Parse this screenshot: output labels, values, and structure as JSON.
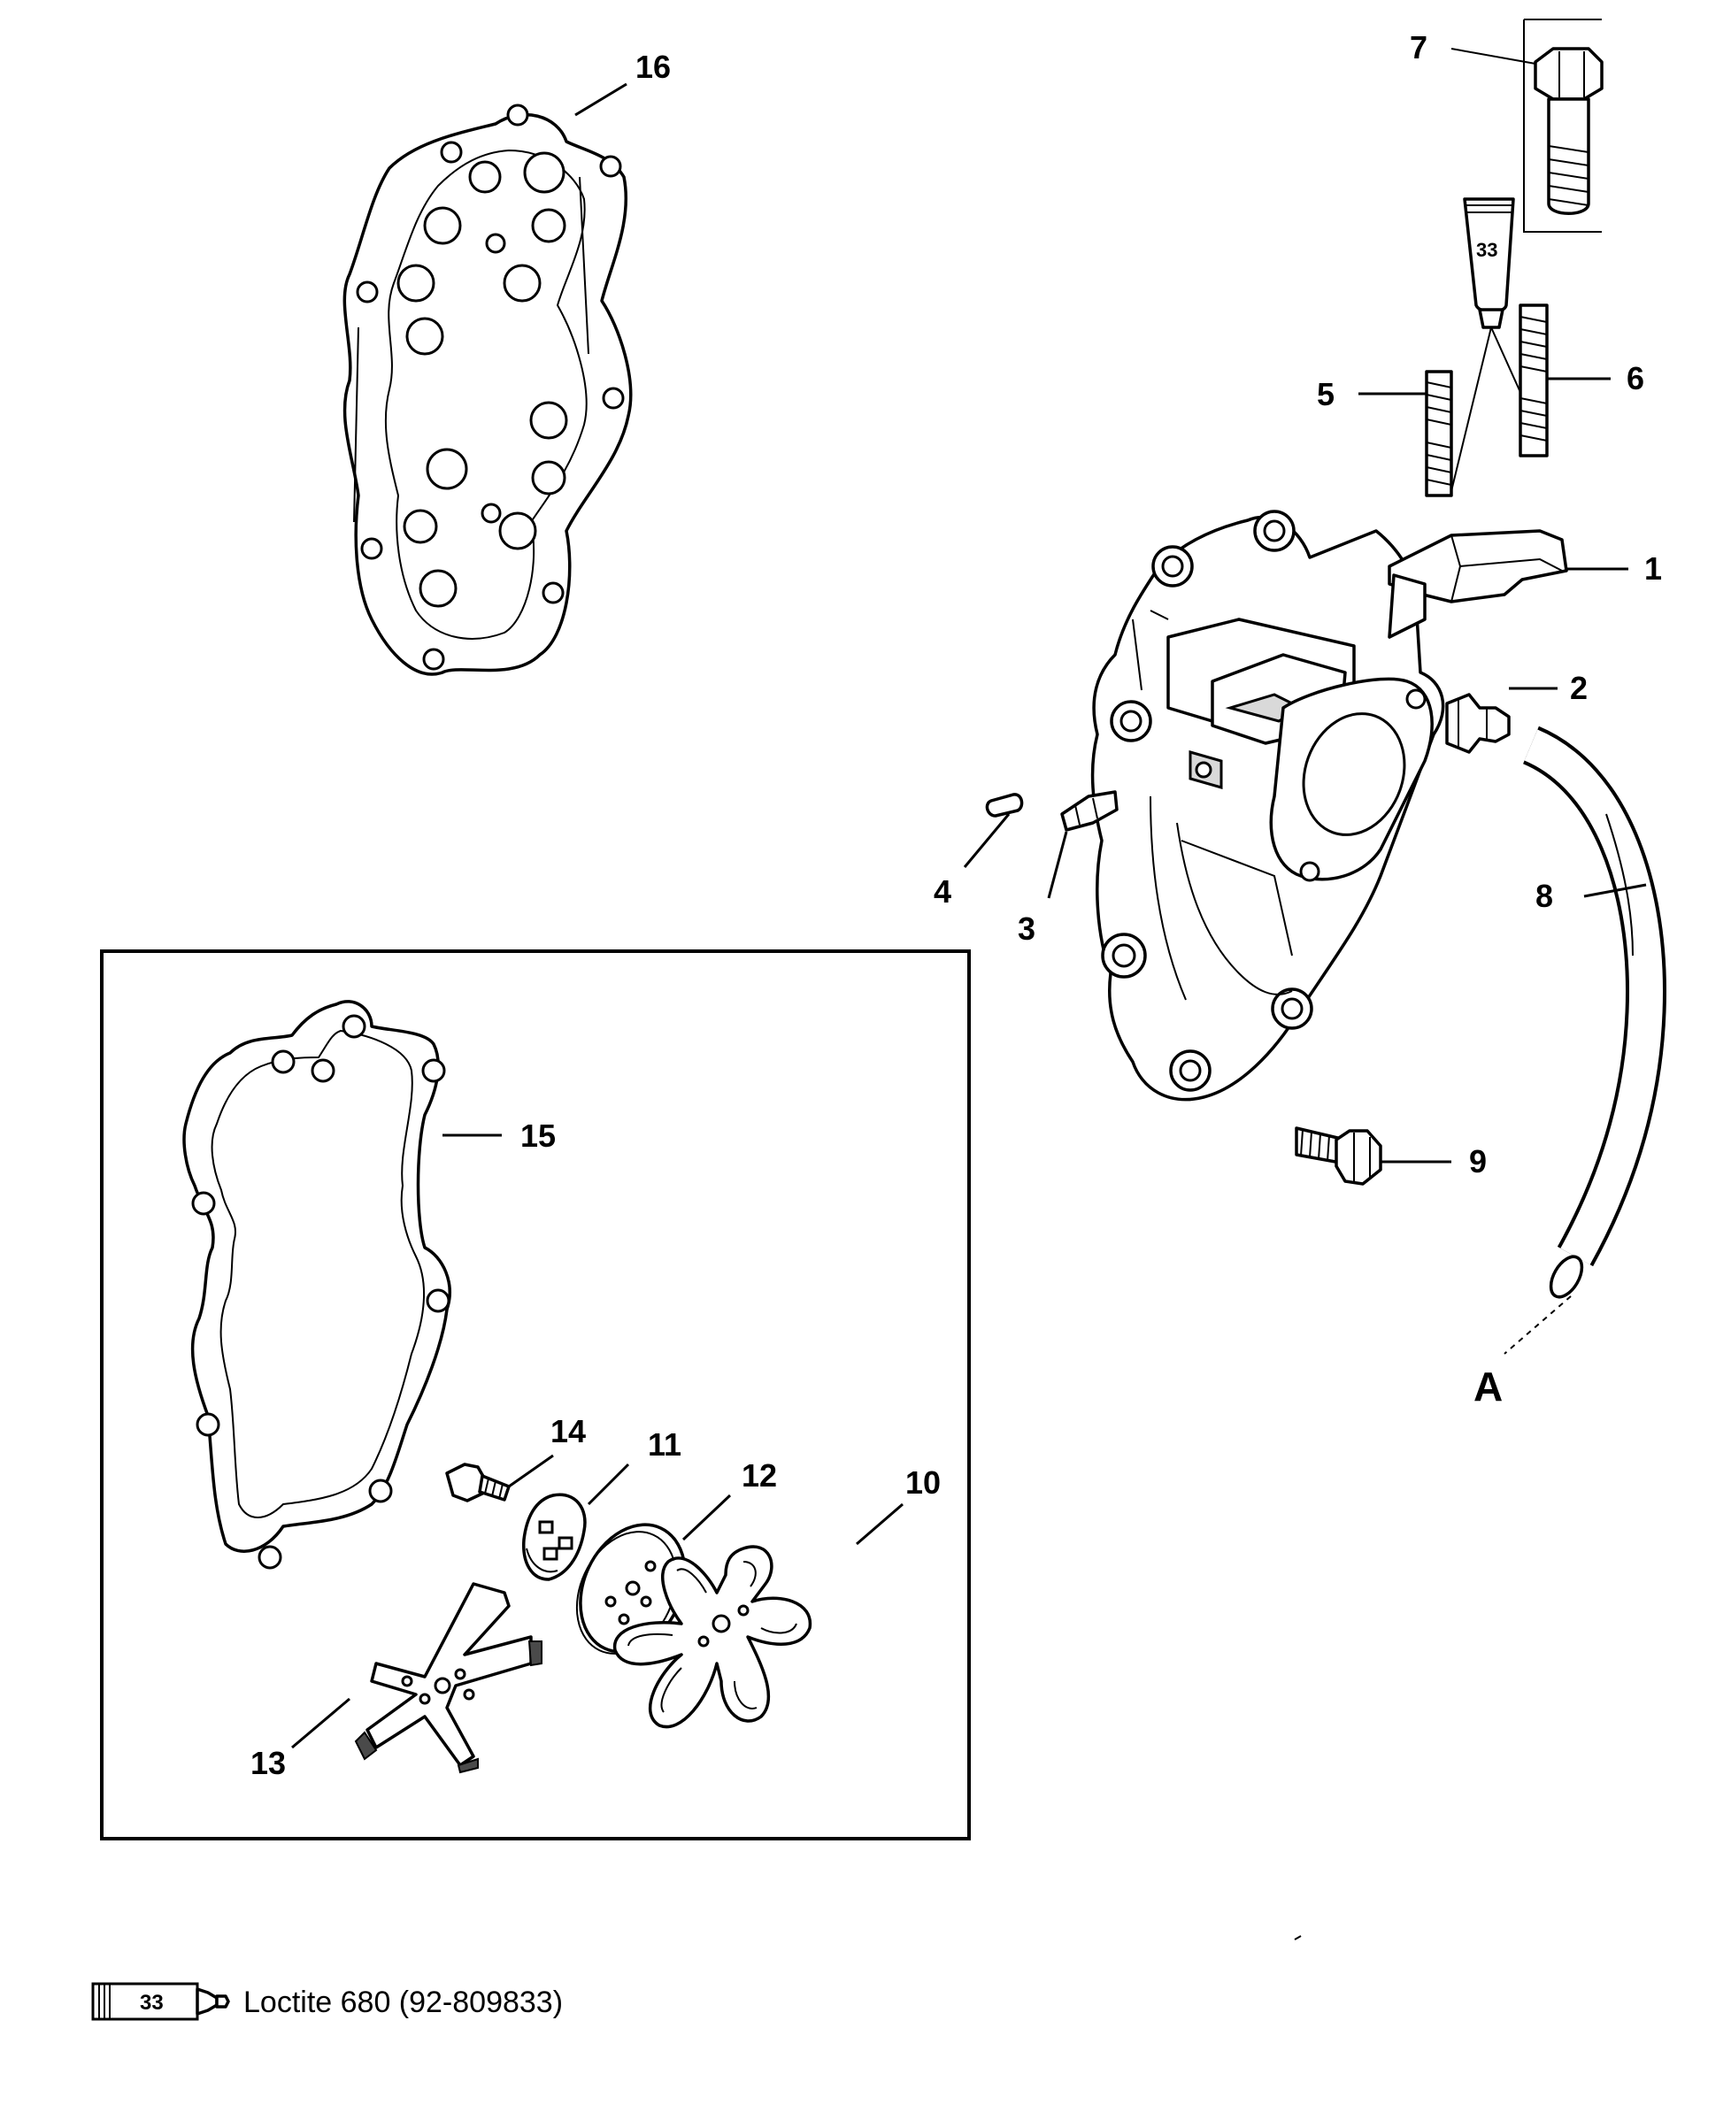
{
  "callouts": {
    "c1": "1",
    "c2": "2",
    "c3": "3",
    "c4": "4",
    "c5": "5",
    "c6": "6",
    "c7": "7",
    "c8": "8",
    "c9": "9",
    "c10": "10",
    "c11": "11",
    "c12": "12",
    "c13": "13",
    "c14": "14",
    "c15": "15",
    "c16": "16",
    "cA": "A"
  },
  "tube_label": "33",
  "legend": {
    "tube_number": "33",
    "text": "Loctite 680 (92-809833)"
  }
}
